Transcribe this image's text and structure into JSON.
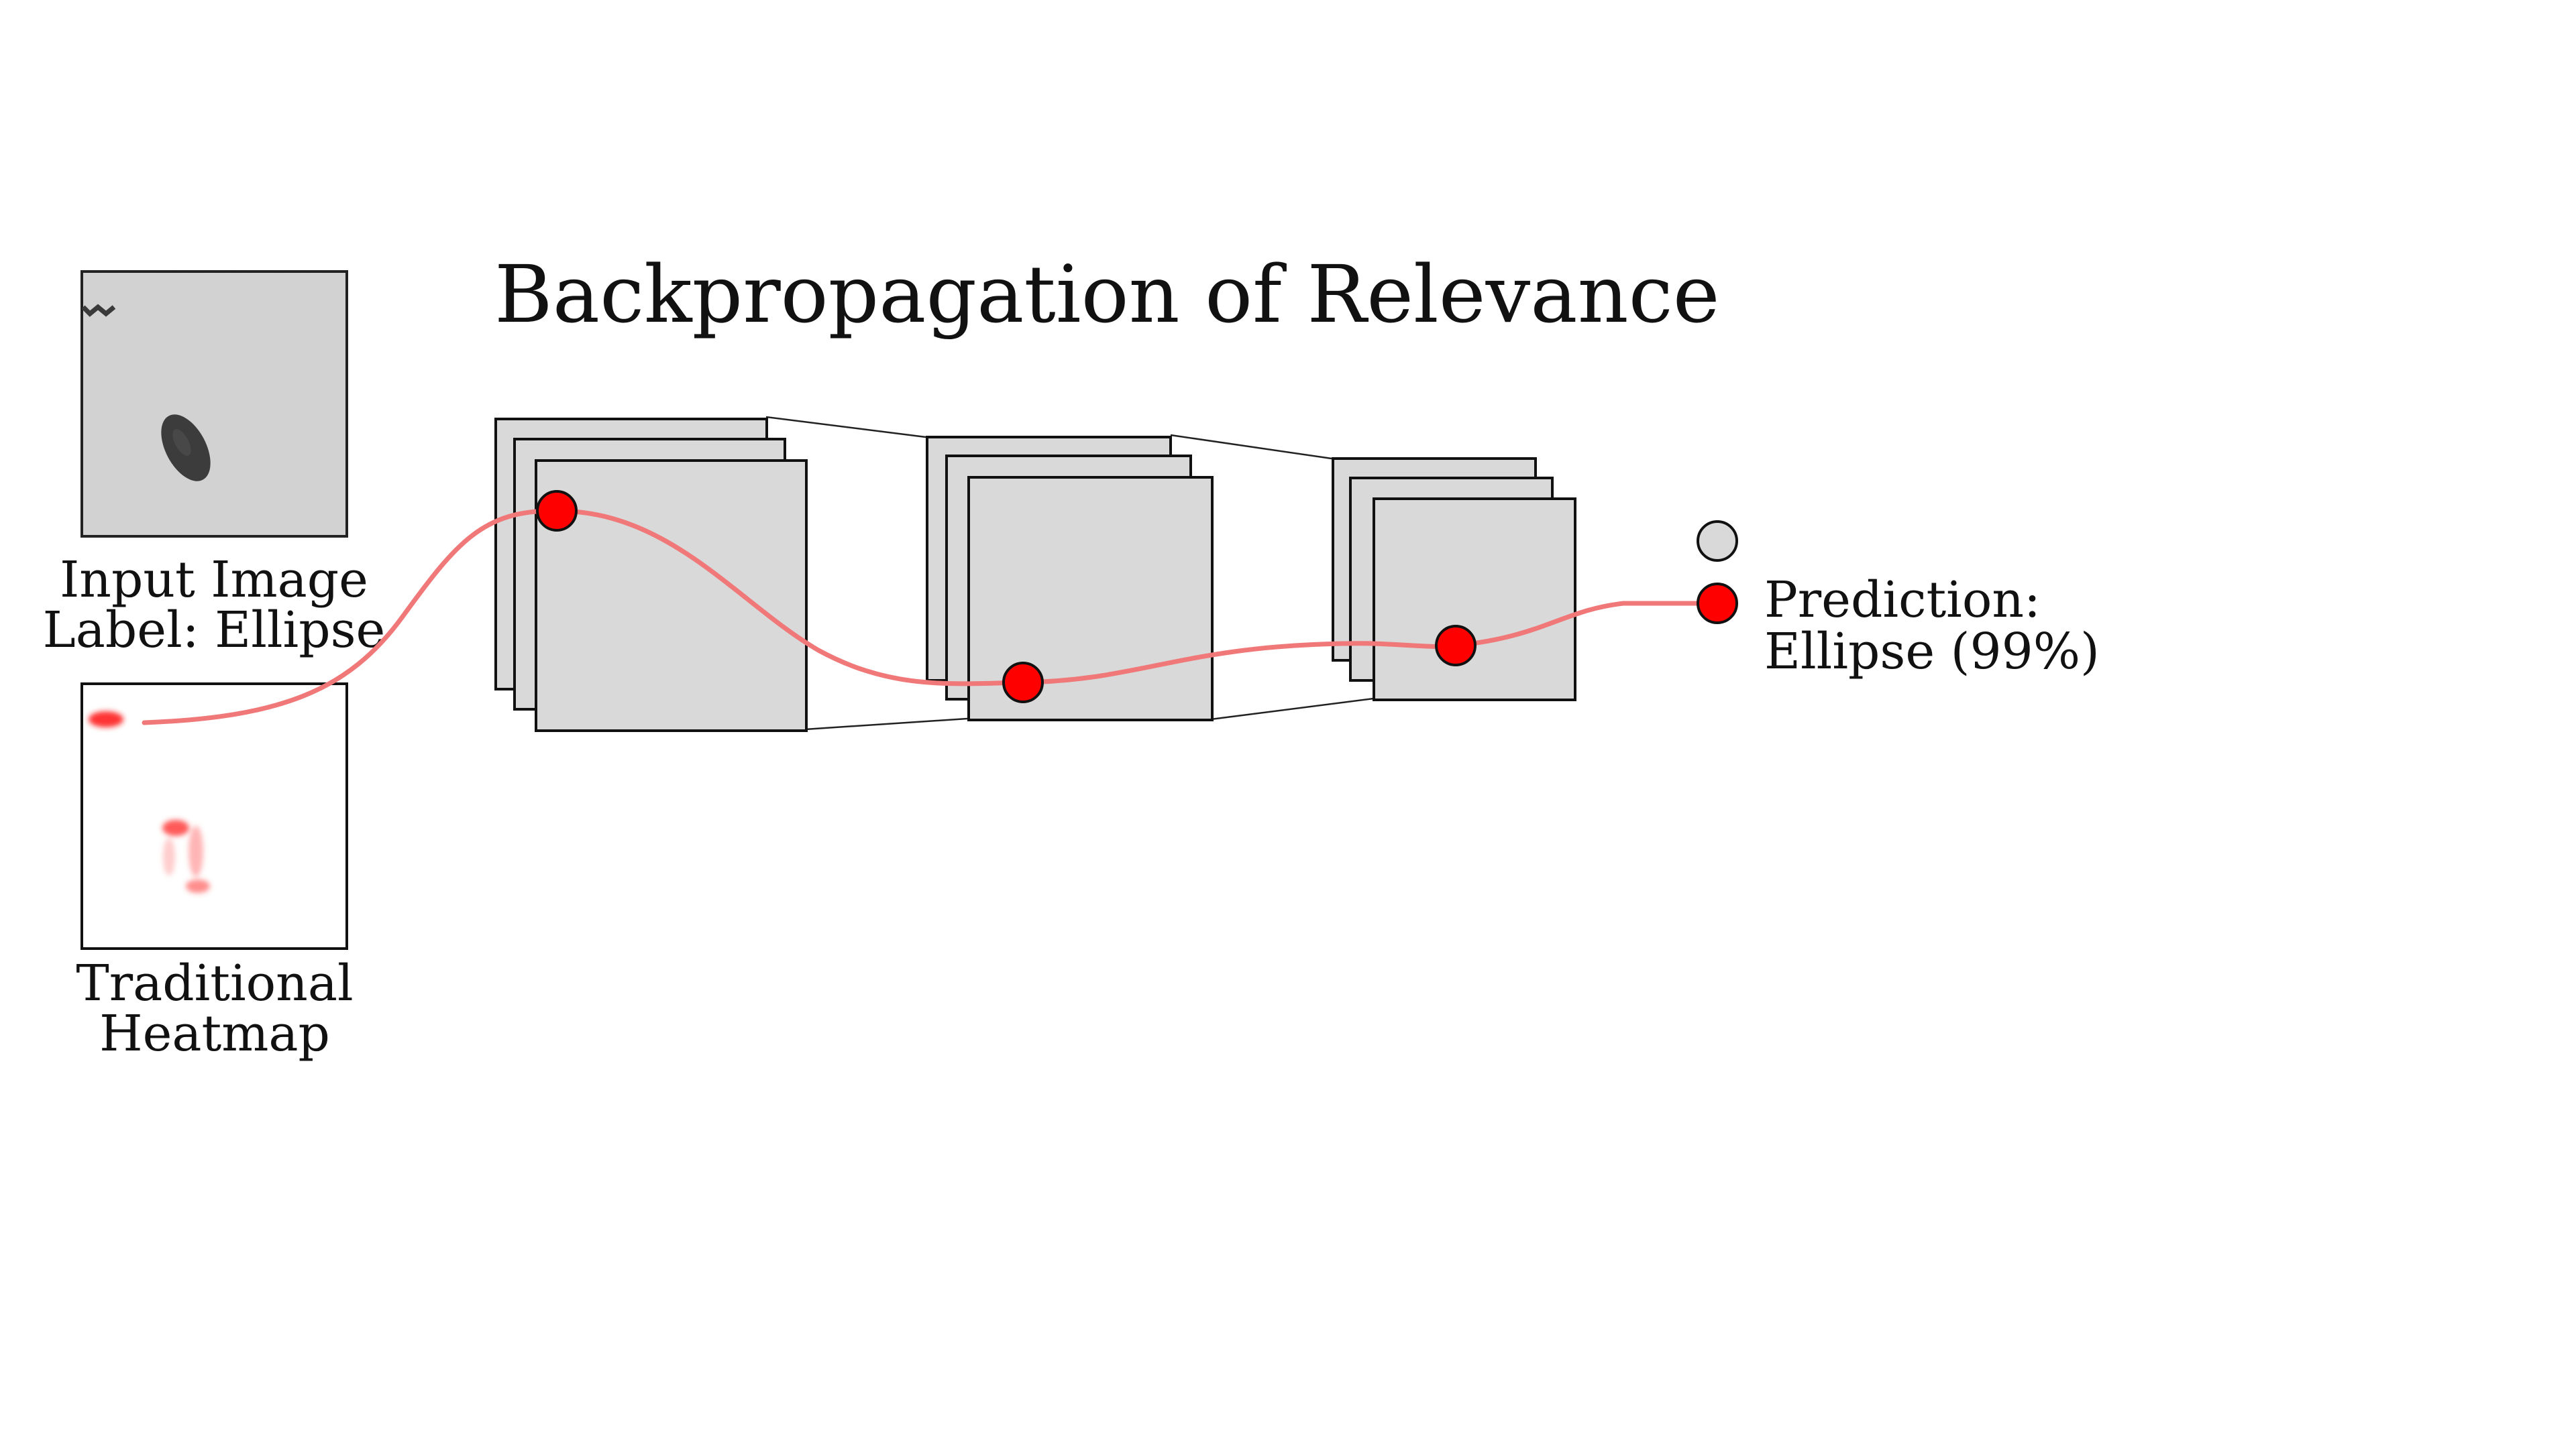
{
  "title": "Backpropagation of Relevance",
  "input_image": {
    "caption_line1": "Input Image",
    "caption_line2": "Label: Ellipse"
  },
  "heatmap": {
    "caption_line1": "Traditional",
    "caption_line2": "Heatmap"
  },
  "prediction": {
    "line1": "Prediction:",
    "line2": "Ellipse (99%)"
  },
  "colors": {
    "feature_map_fill": "#d9d9d9",
    "relevance_node": "#ff0000",
    "relevance_path": "#f07878",
    "inactive_node": "#d9d9d9",
    "input_background": "#d4d4d4",
    "input_object": "#3c3c3c"
  },
  "icons": {
    "relevance_node": "red-circle",
    "inactive_output": "gray-circle"
  }
}
